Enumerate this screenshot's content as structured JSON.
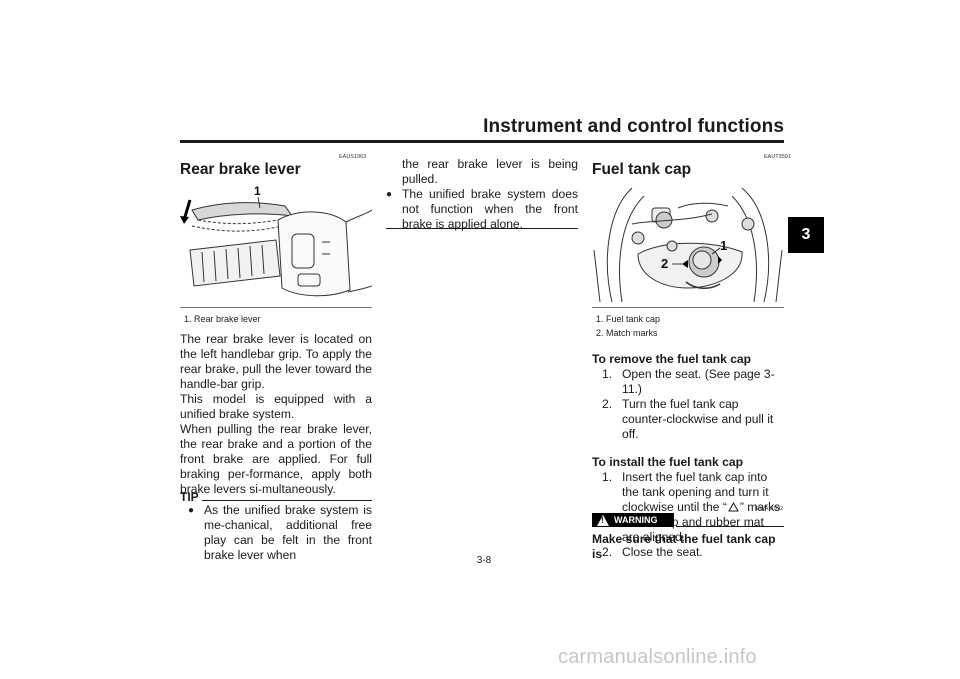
{
  "header": {
    "title": "Instrument and control functions"
  },
  "side_tab": {
    "number": "3"
  },
  "page_number": "3-8",
  "left": {
    "code": "EAUS1963",
    "title": "Rear brake lever",
    "figure": {
      "callout": "1",
      "caption": "1.  Rear brake lever"
    },
    "paragraphs": [
      "The rear brake lever is located on the left handlebar grip. To apply the rear brake, pull the lever toward the handle-bar grip.",
      "This model is equipped with a unified brake system.",
      "When pulling the rear brake lever, the rear brake and a portion of the front brake are applied. For full braking per-formance, apply both brake levers si-multaneously."
    ],
    "tip": {
      "label": "TIP",
      "bullet_1_start": "As the unified brake system is me-chanical, additional free play can be felt in the front brake lever when"
    }
  },
  "middle": {
    "bullet_1_end": "the rear brake lever is being pulled.",
    "bullet_2": "The unified brake system does not function when the front brake is applied alone."
  },
  "right": {
    "code": "EAUT3591",
    "title": "Fuel tank cap",
    "figure": {
      "callouts": [
        "1",
        "2"
      ],
      "captions": [
        "1.  Fuel tank cap",
        "2.  Match marks"
      ]
    },
    "remove": {
      "heading": "To remove the fuel tank cap",
      "steps": [
        {
          "num": "1.",
          "text": "Open the seat. (See page 3-11.)"
        },
        {
          "num": "2.",
          "text": "Turn the fuel tank cap counter-clockwise and pull it off."
        }
      ]
    },
    "install": {
      "heading": "To install the fuel tank cap",
      "step1": {
        "num": "1.",
        "before": "Insert the fuel tank cap into the tank opening and turn it clockwise until the “",
        "after": "” marks on the cap and rubber mat are aligned."
      },
      "step2": {
        "num": "2.",
        "text": "Close the seat."
      }
    },
    "warning": {
      "code": "EWA11092",
      "label": "WARNING",
      "symbol": "!",
      "text": "Make sure that the fuel tank cap is"
    }
  },
  "watermark": "carmanualsonline.info"
}
